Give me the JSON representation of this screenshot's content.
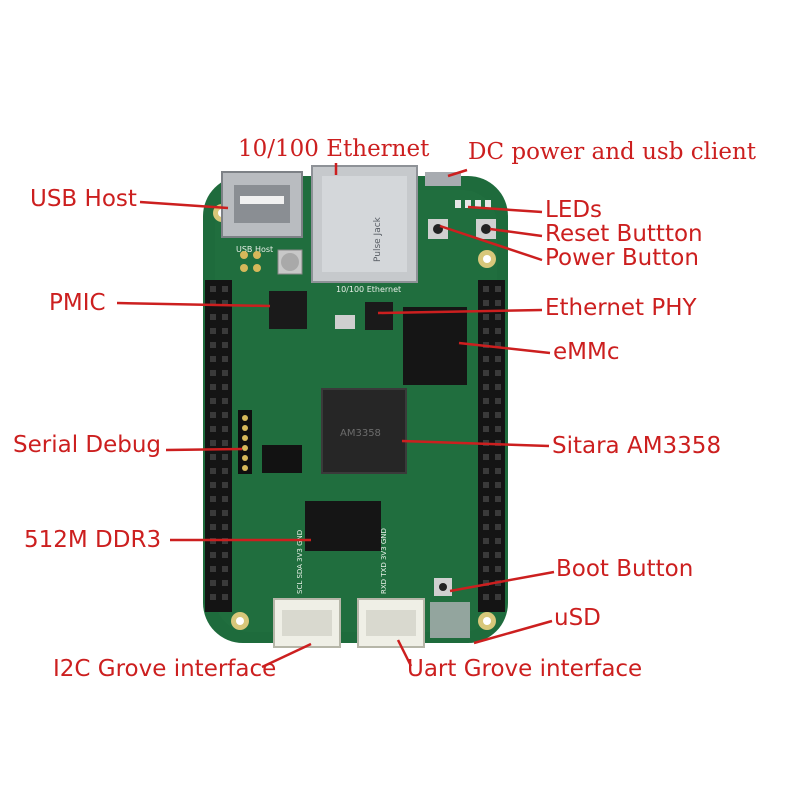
{
  "diagram": {
    "labels": {
      "ethernet": "10/100 Ethernet",
      "dc_power": "DC power and usb client",
      "usb_host": "USB Host",
      "leds": "LEDs",
      "reset_button": "Reset Buttton",
      "power_button": "Power Button",
      "pmic": "PMIC",
      "ethernet_phy": "Ethernet PHY",
      "emmc": "eMMc",
      "serial_debug": "Serial Debug",
      "sitara": "Sitara AM3358",
      "ddr3": "512M DDR3",
      "boot_button": "Boot Button",
      "usd": "uSD",
      "i2c_grove": "I2C Grove interface",
      "uart_grove": "Uart Grove interface"
    },
    "board": {
      "rj45_text": "Pulse Jack",
      "usb_silk": "USB Host",
      "eth_silk": "10/100 Ethernet",
      "soc_text": "AM3358",
      "grove_i2c_pins": "SCL SDA 3V3 GND",
      "grove_uart_pins": "RXD TXD 3V3 GND"
    },
    "colors": {
      "label": "#cc1f1f",
      "leader": "#cc1f1f",
      "pcb": "#1e6b3c",
      "pcb_dark": "#17552f",
      "header": "#141414"
    }
  }
}
